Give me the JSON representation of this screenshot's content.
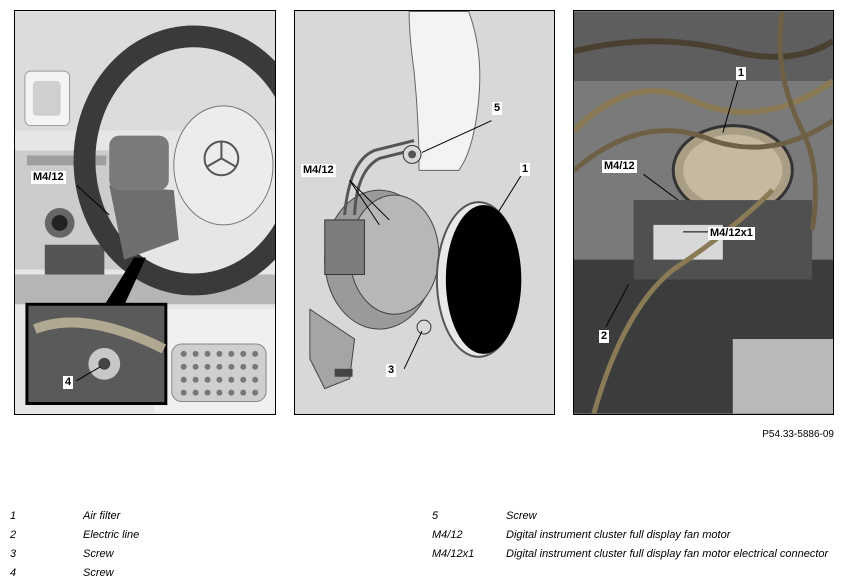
{
  "panels": {
    "left": {
      "labels": {
        "m4_12": "M4/12",
        "screw_4": "4"
      }
    },
    "middle": {
      "labels": {
        "m4_12": "M4/12",
        "screw_5": "5",
        "air_filter_1": "1",
        "screw_3": "3"
      }
    },
    "right": {
      "labels": {
        "air_filter_1": "1",
        "m4_12": "M4/12",
        "connector": "M4/12x1",
        "electric_line_2": "2"
      }
    }
  },
  "figure_id": "P54.33-5886-09",
  "legend": [
    {
      "code": "1",
      "description": "Air filter"
    },
    {
      "code": "2",
      "description": "Electric line"
    },
    {
      "code": "3",
      "description": "Screw"
    },
    {
      "code": "4",
      "description": "Screw"
    },
    {
      "code": "5",
      "description": "Screw"
    },
    {
      "code": "M4/12",
      "description": "Digital instrument cluster full display fan motor"
    },
    {
      "code": "M4/12x1",
      "description": "Digital instrument cluster full display fan motor electrical connector"
    }
  ]
}
